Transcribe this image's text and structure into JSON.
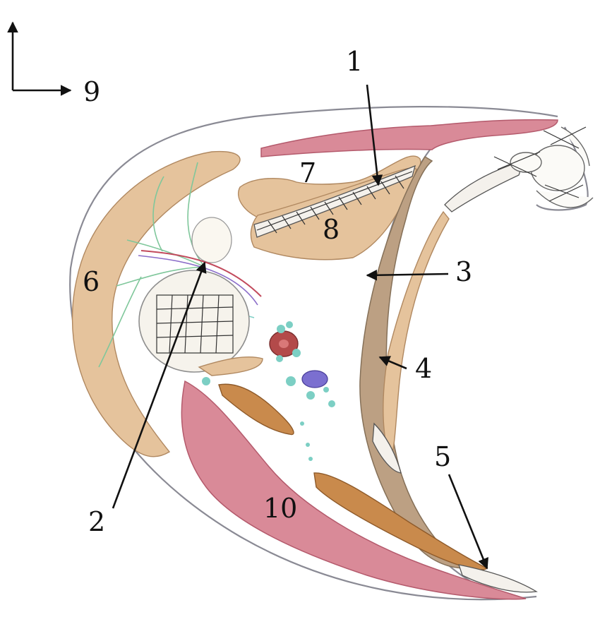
{
  "labels": {
    "l1": "1",
    "l2": "2",
    "l3": "3",
    "l4": "4",
    "l5": "5",
    "l6": "6",
    "l7": "7",
    "l8": "8",
    "l9": "9",
    "l10": "10"
  },
  "colors": {
    "muscle_pink": "#d98a98",
    "muscle_tan": "#e5c39c",
    "muscle_brown": "#c98a4c",
    "vessel_teal": "#7ccfc4",
    "vessel_red": "#b34a4a",
    "vessel_blue": "#7b6fd0",
    "nerve_green": "#7fc79b",
    "outline_grey": "#8a8a94"
  },
  "icons": {
    "orientation": "axis-arrows-icon"
  }
}
